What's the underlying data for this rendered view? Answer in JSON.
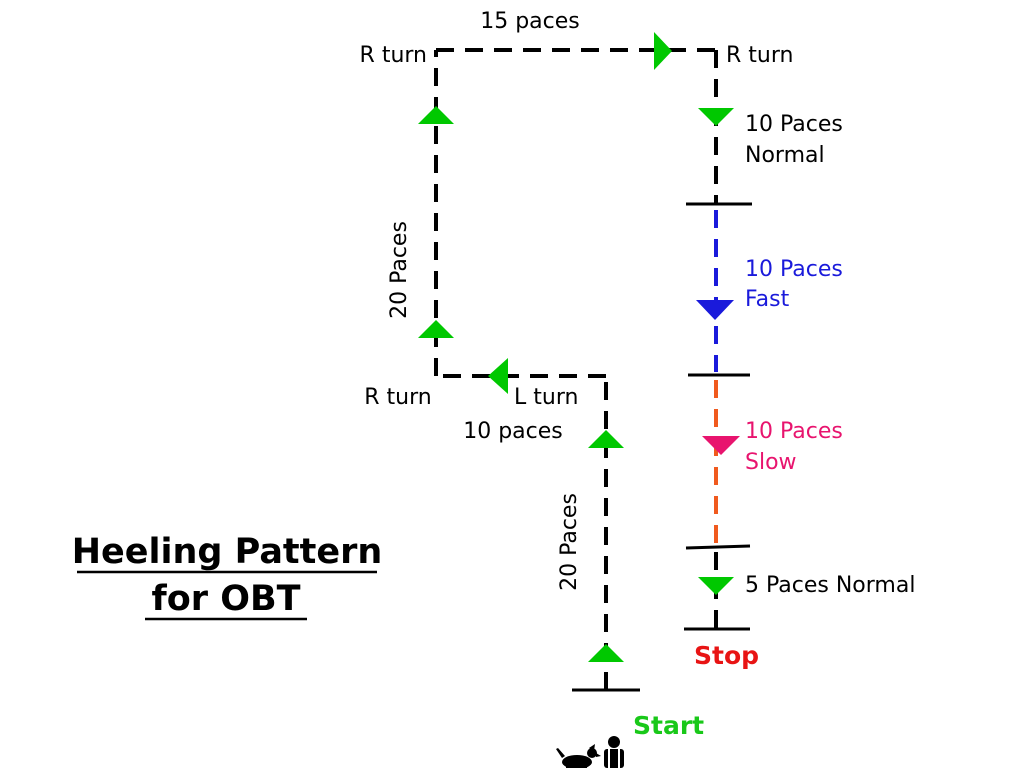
{
  "title": {
    "line1": "Heeling Pattern",
    "line2": "for OBT"
  },
  "labels": {
    "top_paces": "15 paces",
    "r_turn_top_left": "R turn",
    "r_turn_top_right": "R turn",
    "right_normal_1": "10 Paces",
    "right_normal_2": "Normal",
    "left_paces": "20 Paces",
    "fast_1": "10 Paces",
    "fast_2": "Fast",
    "r_turn_bottom_left": "R turn",
    "l_turn": "L turn",
    "middle_paces": "10 paces",
    "slow_1": "10 Paces",
    "slow_2": "Slow",
    "start_paces": "20 Paces",
    "final_normal": "5 Paces Normal",
    "stop": "Stop",
    "start": "Start"
  },
  "colors": {
    "path": "#000000",
    "arrow_normal": "#00c800",
    "fast": "#1a1adb",
    "slow": "#e8146e",
    "slow_path": "#f05a1e",
    "stop": "#e81414",
    "start": "#19c819"
  },
  "icons": {
    "handler": "handler-icon",
    "dog": "dog-icon"
  }
}
